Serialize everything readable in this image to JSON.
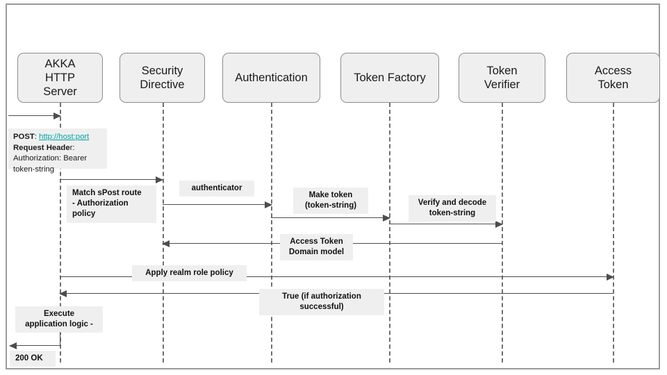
{
  "diagram": {
    "title": "AKKA HTTP Server token authorization sequence",
    "type": "sequence-diagram",
    "frame_color": "#9a9a9a",
    "participant_fill": "#efefef",
    "participant_border": "#8c8c8c",
    "label_fill": "#efefef",
    "arrow_color": "#4d4d4d",
    "lifeline_color": "#6f6f6f",
    "link_color": "#00a3a3"
  },
  "participants": [
    {
      "id": "akka",
      "label": "AKKA\nHTTP\nServer"
    },
    {
      "id": "security",
      "label": "Security\nDirective"
    },
    {
      "id": "authentication",
      "label": "Authentication"
    },
    {
      "id": "tokenfactory",
      "label": "Token Factory"
    },
    {
      "id": "tokenverifier",
      "label": "Token\nVerifier"
    },
    {
      "id": "accesstoken",
      "label": "Access\nToken"
    }
  ],
  "request_note": {
    "method_label": "POST",
    "method_sep": ": ",
    "url": "http://host:port",
    "header_label_bold": "Request Heade",
    "header_label_rest": "r:",
    "header_value_line1": "Authorization: Bearer",
    "header_value_line2": "token-string"
  },
  "messages": [
    {
      "id": "m0",
      "label": "",
      "from": "external",
      "to": "akka",
      "direction": "right"
    },
    {
      "id": "m1",
      "label": "Match sPost route\n -  Authorization\npolicy",
      "from": "akka",
      "to": "security",
      "direction": "right"
    },
    {
      "id": "m2",
      "label": "authenticator",
      "from": "security",
      "to": "authentication",
      "direction": "right"
    },
    {
      "id": "m3",
      "label": "Make token\n(token-string)",
      "from": "authentication",
      "to": "tokenfactory",
      "direction": "right"
    },
    {
      "id": "m4",
      "label": "Verify and decode\ntoken-string",
      "from": "tokenfactory",
      "to": "tokenverifier",
      "direction": "right"
    },
    {
      "id": "m5",
      "label": "Access Token\nDomain model",
      "from": "tokenverifier",
      "to": "security",
      "direction": "left"
    },
    {
      "id": "m6",
      "label": "Apply realm role  policy",
      "from": "akka",
      "to": "accesstoken",
      "direction": "right"
    },
    {
      "id": "m7",
      "label": "True (if authorization\nsuccessful)",
      "from": "accesstoken",
      "to": "akka",
      "direction": "left"
    },
    {
      "id": "m8",
      "label": "Execute\napplication logic -",
      "from": "akka",
      "to": "akka",
      "direction": "self"
    },
    {
      "id": "m9",
      "label": "200 OK",
      "from": "akka",
      "to": "external",
      "direction": "left"
    }
  ]
}
